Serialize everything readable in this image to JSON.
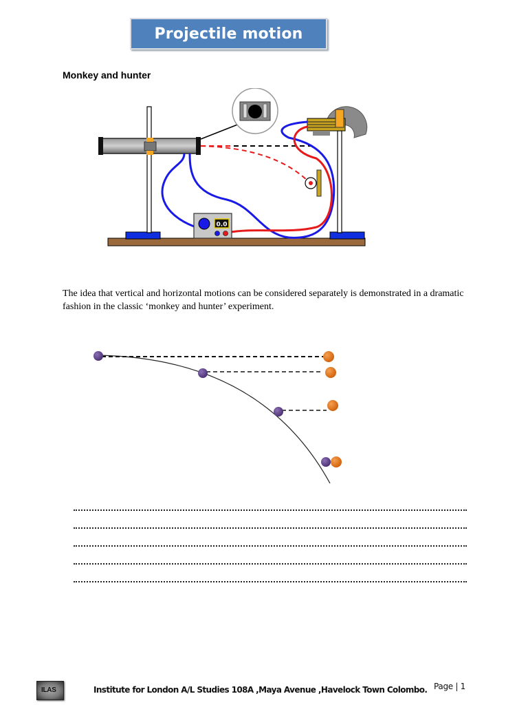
{
  "header": {
    "title": "Projectile motion",
    "title_bg_color": "#4f81bd"
  },
  "section": {
    "subtitle": "Monkey and hunter"
  },
  "apparatus_diagram": {
    "description": "Monkey and hunter experiment apparatus",
    "timer_display": "0.0",
    "wire_colors": {
      "blue": "#1a1ae6",
      "red": "#e61a1a"
    },
    "base_color": "#9b6a3c",
    "stand_base_color": "#1030e0"
  },
  "body": {
    "paragraph": " The idea that vertical and horizontal motions can be considered separately is demonstrated in a dramatic fashion in the classic ‘monkey and hunter’ experiment."
  },
  "trajectory_diagram": {
    "projectile_color": "#5b3f86",
    "target_color": "#e87722",
    "points": 4
  },
  "answer_lines": [
    "",
    "",
    "",
    "",
    ""
  ],
  "footer": {
    "logo_text": "ILAS",
    "address": "Institute for London A/L Studies  108A ,Maya Avenue ,Havelock Town Colombo.",
    "page_label": "Page | 1"
  }
}
